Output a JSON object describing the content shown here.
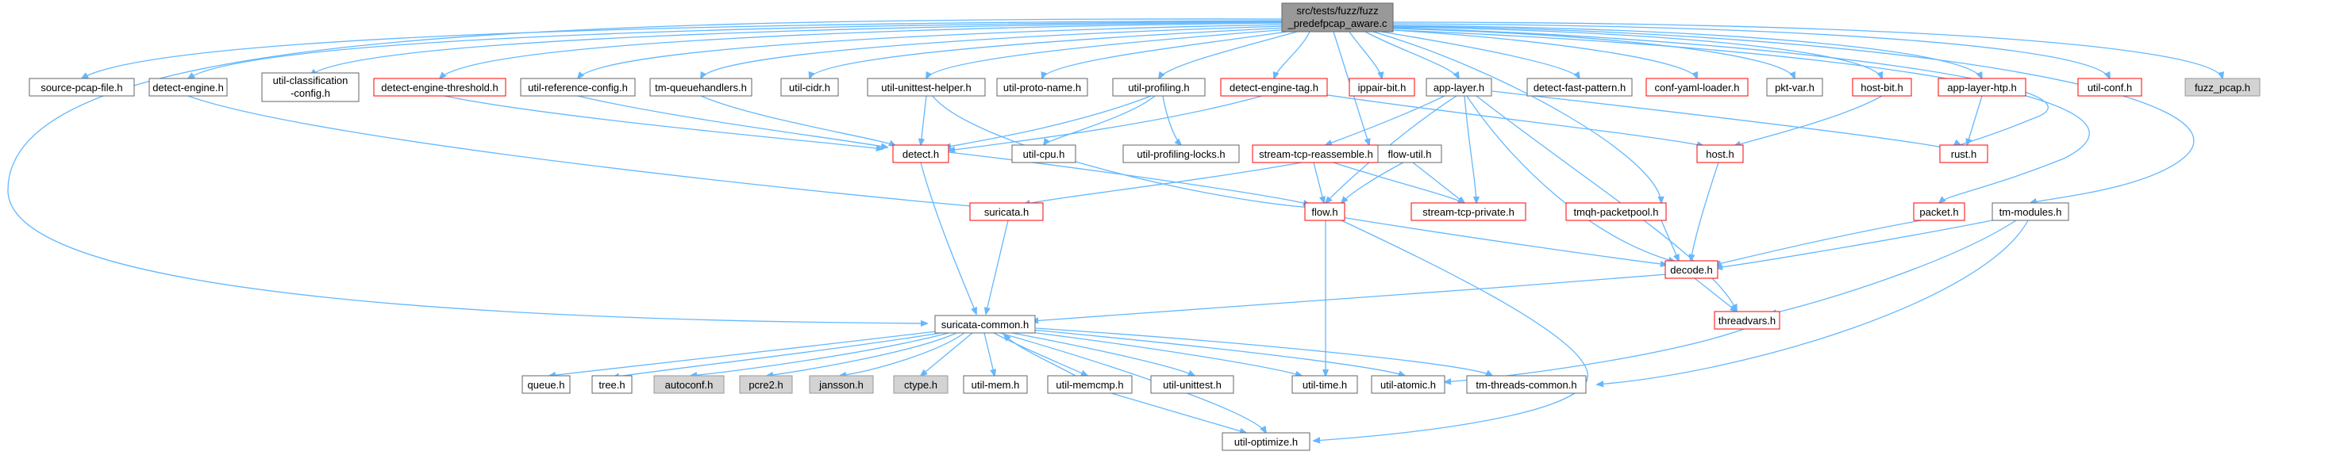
{
  "graph": {
    "root": {
      "label_line1": "src/tests/fuzz/fuzz",
      "label_line2": "_predefpcap_aware.c"
    },
    "nodes": {
      "source_pcap_file": "source-pcap-file.h",
      "detect_engine": "detect-engine.h",
      "util_classification_1": "util-classification",
      "util_classification_2": "-config.h",
      "detect_engine_threshold": "detect-engine-threshold.h",
      "util_reference_config": "util-reference-config.h",
      "tm_queuehandlers": "tm-queuehandlers.h",
      "util_cidr": "util-cidr.h",
      "util_unittest_helper": "util-unittest-helper.h",
      "util_proto_name": "util-proto-name.h",
      "util_profiling": "util-profiling.h",
      "detect_engine_tag": "detect-engine-tag.h",
      "flow_util": "flow-util.h",
      "ippair_bit": "ippair-bit.h",
      "app_layer": "app-layer.h",
      "detect_fast_pattern": "detect-fast-pattern.h",
      "conf_yaml_loader": "conf-yaml-loader.h",
      "pkt_var": "pkt-var.h",
      "host_bit": "host-bit.h",
      "app_layer_htp": "app-layer-htp.h",
      "util_conf": "util-conf.h",
      "fuzz_pcap": "fuzz_pcap.h",
      "detect": "detect.h",
      "util_cpu": "util-cpu.h",
      "util_profiling_locks": "util-profiling-locks.h",
      "stream_tcp_reassemble": "stream-tcp-reassemble.h",
      "host": "host.h",
      "rust": "rust.h",
      "suricata": "suricata.h",
      "flow": "flow.h",
      "stream_tcp_private": "stream-tcp-private.h",
      "tmqh_packetpool": "tmqh-packetpool.h",
      "packet": "packet.h",
      "tm_modules": "tm-modules.h",
      "decode": "decode.h",
      "suricata_common": "suricata-common.h",
      "threadvars": "threadvars.h",
      "queue": "queue.h",
      "tree": "tree.h",
      "autoconf": "autoconf.h",
      "pcre2": "pcre2.h",
      "jansson": "jansson.h",
      "ctype": "ctype.h",
      "util_mem": "util-mem.h",
      "util_memcmp": "util-memcmp.h",
      "util_unittest": "util-unittest.h",
      "util_time": "util-time.h",
      "util_atomic": "util-atomic.h",
      "tm_threads_common": "tm-threads-common.h",
      "util_optimize": "util-optimize.h"
    },
    "colors": {
      "edge": "#63b8ff",
      "missing_file_border": "#ff0000",
      "external_fill": "#d3d3d3",
      "root_fill": "#999999"
    }
  }
}
